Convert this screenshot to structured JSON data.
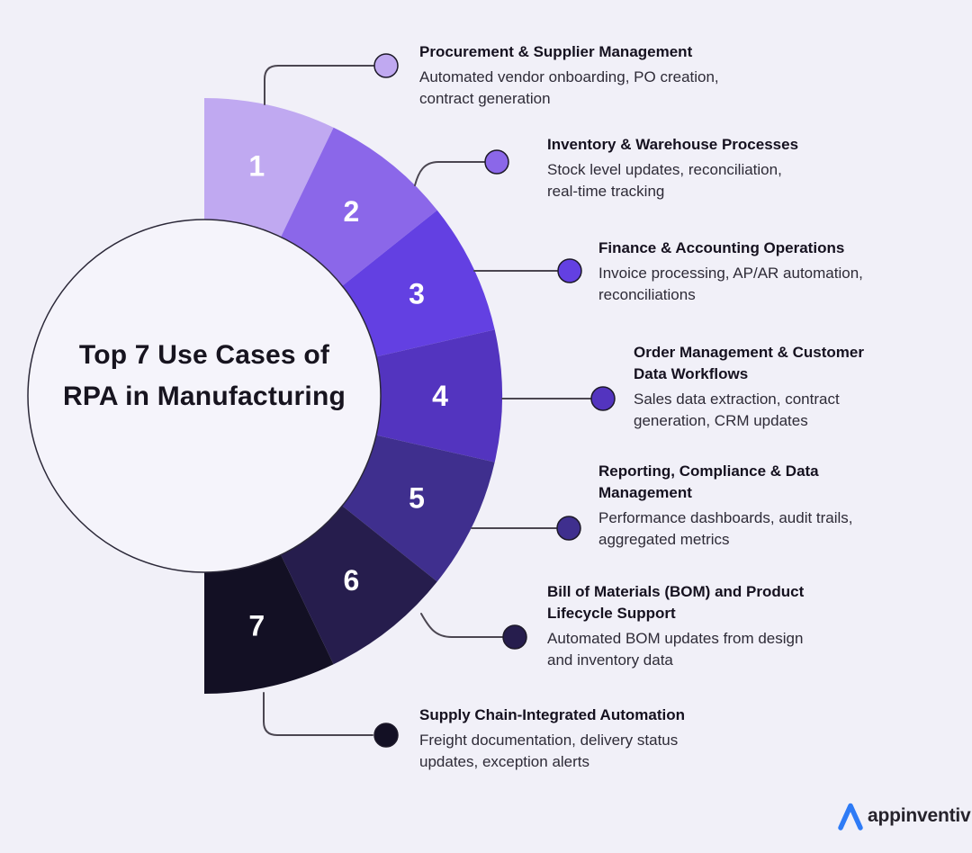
{
  "background": "#f1f0f8",
  "center": {
    "title_line1": "Top 7 Use Cases of",
    "title_line2": "RPA in Manufacturing"
  },
  "chart_data": {
    "type": "pie",
    "shape": "semicircular-donut",
    "title": "Top 7 Use Cases of RPA in Manufacturing",
    "start_angle_deg": -90,
    "end_angle_deg": 90,
    "direction": "clockwise",
    "equal_segments": true,
    "segments": [
      {
        "label": "1",
        "value": 1,
        "color": "#c0a9f1",
        "title_lines": [
          "Procurement & Supplier Management"
        ],
        "body_lines": [
          "Automated vendor onboarding, PO creation,",
          "contract generation"
        ]
      },
      {
        "label": "2",
        "value": 1,
        "color": "#8b67e9",
        "title_lines": [
          "Inventory & Warehouse Processes"
        ],
        "body_lines": [
          "Stock level updates, reconciliation,",
          "real-time tracking"
        ]
      },
      {
        "label": "3",
        "value": 1,
        "color": "#6340e2",
        "title_lines": [
          "Finance & Accounting Operations"
        ],
        "body_lines": [
          "Invoice processing, AP/AR automation,",
          "reconciliations"
        ]
      },
      {
        "label": "4",
        "value": 1,
        "color": "#5334bf",
        "title_lines": [
          "Order Management & Customer",
          "Data Workflows"
        ],
        "body_lines": [
          "Sales data extraction, contract",
          "generation, CRM updates"
        ]
      },
      {
        "label": "5",
        "value": 1,
        "color": "#3f2f8e",
        "title_lines": [
          "Reporting, Compliance & Data",
          "Management"
        ],
        "body_lines": [
          "Performance dashboards, audit trails,",
          "aggregated metrics"
        ]
      },
      {
        "label": "6",
        "value": 1,
        "color": "#261d4d",
        "title_lines": [
          "Bill of Materials (BOM) and Product",
          "Lifecycle Support"
        ],
        "body_lines": [
          "Automated BOM updates from design",
          "and inventory data"
        ]
      },
      {
        "label": "7",
        "value": 1,
        "color": "#131024",
        "title_lines": [
          "Supply Chain-Integrated Automation"
        ],
        "body_lines": [
          "Freight documentation, delivery status",
          "updates, exception alerts"
        ]
      }
    ]
  },
  "style": {
    "line_color": "#4b4651",
    "dot_outline": "#1d1929",
    "circle_fill": "#f5f4fb",
    "circle_stroke": "#2b2838"
  },
  "logo": {
    "text": "appinventiv",
    "mark_color": "#2e7bf6"
  }
}
